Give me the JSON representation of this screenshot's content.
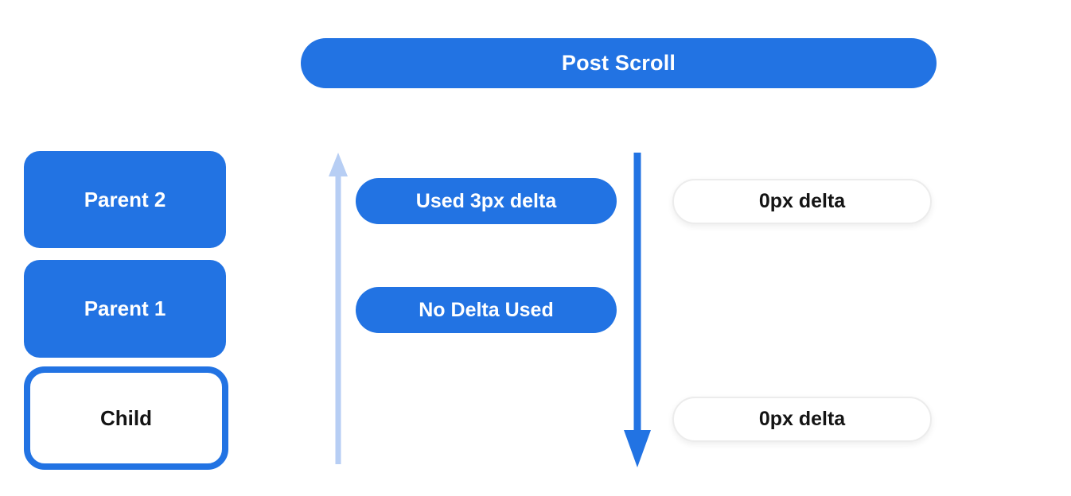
{
  "header": {
    "label": "Post Scroll"
  },
  "left_stack": {
    "boxes": [
      {
        "label": "Parent 2",
        "variant": "filled"
      },
      {
        "label": "Parent 1",
        "variant": "filled"
      },
      {
        "label": "Child",
        "variant": "outlined"
      }
    ]
  },
  "middle_column": {
    "up_arrow": "upward-scroll-arrow",
    "down_arrow": "downward-scroll-arrow",
    "pills": [
      {
        "label": "Used 3px delta"
      },
      {
        "label": "No Delta Used"
      }
    ]
  },
  "right_column": {
    "pills": [
      {
        "label": "0px delta"
      },
      {
        "label": "0px delta"
      }
    ]
  },
  "colors": {
    "primary_blue": "#2273e3",
    "light_blue_arrow": "#b7cef4",
    "white": "#ffffff",
    "dark_text": "#141414",
    "pill_border": "#ececec"
  }
}
